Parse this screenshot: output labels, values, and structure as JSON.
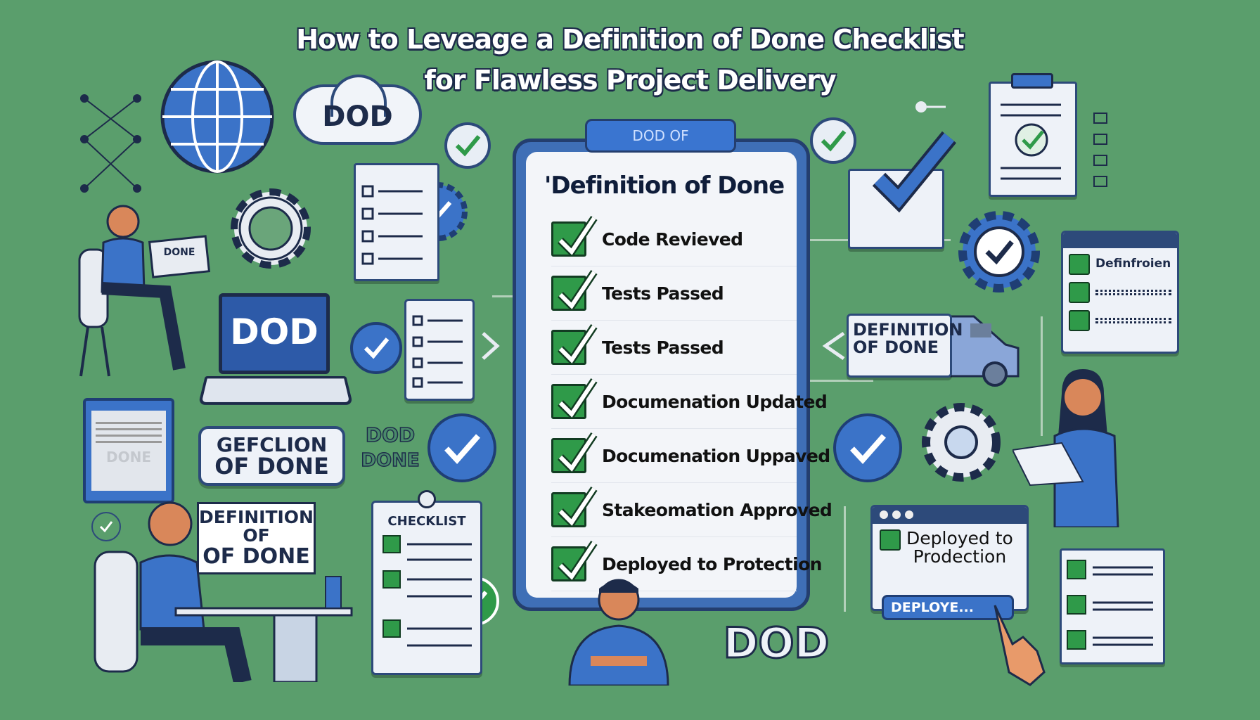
{
  "title": {
    "line1": "How to Leveage a Definition of Done Checklist",
    "line2": "for Flawless Project Delivery"
  },
  "checklist": {
    "tab": "DOD OF",
    "heading": "'Definition of Done",
    "items": [
      {
        "label": "Code Revieved",
        "checked": true
      },
      {
        "label": "Tests Passed",
        "checked": true
      },
      {
        "label": "Tests Passed",
        "checked": true
      },
      {
        "label": "Documenation Updated",
        "checked": true
      },
      {
        "label": "Documenation Uppaved",
        "checked": true
      },
      {
        "label": "Stakeomation Approved",
        "checked": true
      },
      {
        "label": "Deployed to Protection",
        "checked": true
      }
    ]
  },
  "cloud": {
    "label": "DOD"
  },
  "laptop": {
    "label": "DOD",
    "person_screen": "DONE"
  },
  "badge_gefclion": {
    "line1": "GEFCLION",
    "line2": "OF DONE"
  },
  "dod_done_text": {
    "line1": "DOD",
    "line2": "DONE"
  },
  "sign": {
    "line1": "DEFINITION",
    "line2": "OF",
    "line3": "OF DONE"
  },
  "tablet": {
    "label": "DONE"
  },
  "clipboard_checklist": {
    "label": "CHECKLIST"
  },
  "truck": {
    "line1": "DEFINITION",
    "line2": "OF DONE"
  },
  "deploy_window": {
    "label_line1": "Deployed to",
    "label_line2": "Prodection",
    "button": "DEPLOYE..."
  },
  "bottom_text": "DOD",
  "window_right": {
    "heading": "Definfroien"
  },
  "colors": {
    "background": "#5a9e6c",
    "accent_blue": "#3b73c8",
    "check_green": "#2f9a49",
    "navy": "#1d2b4a"
  }
}
